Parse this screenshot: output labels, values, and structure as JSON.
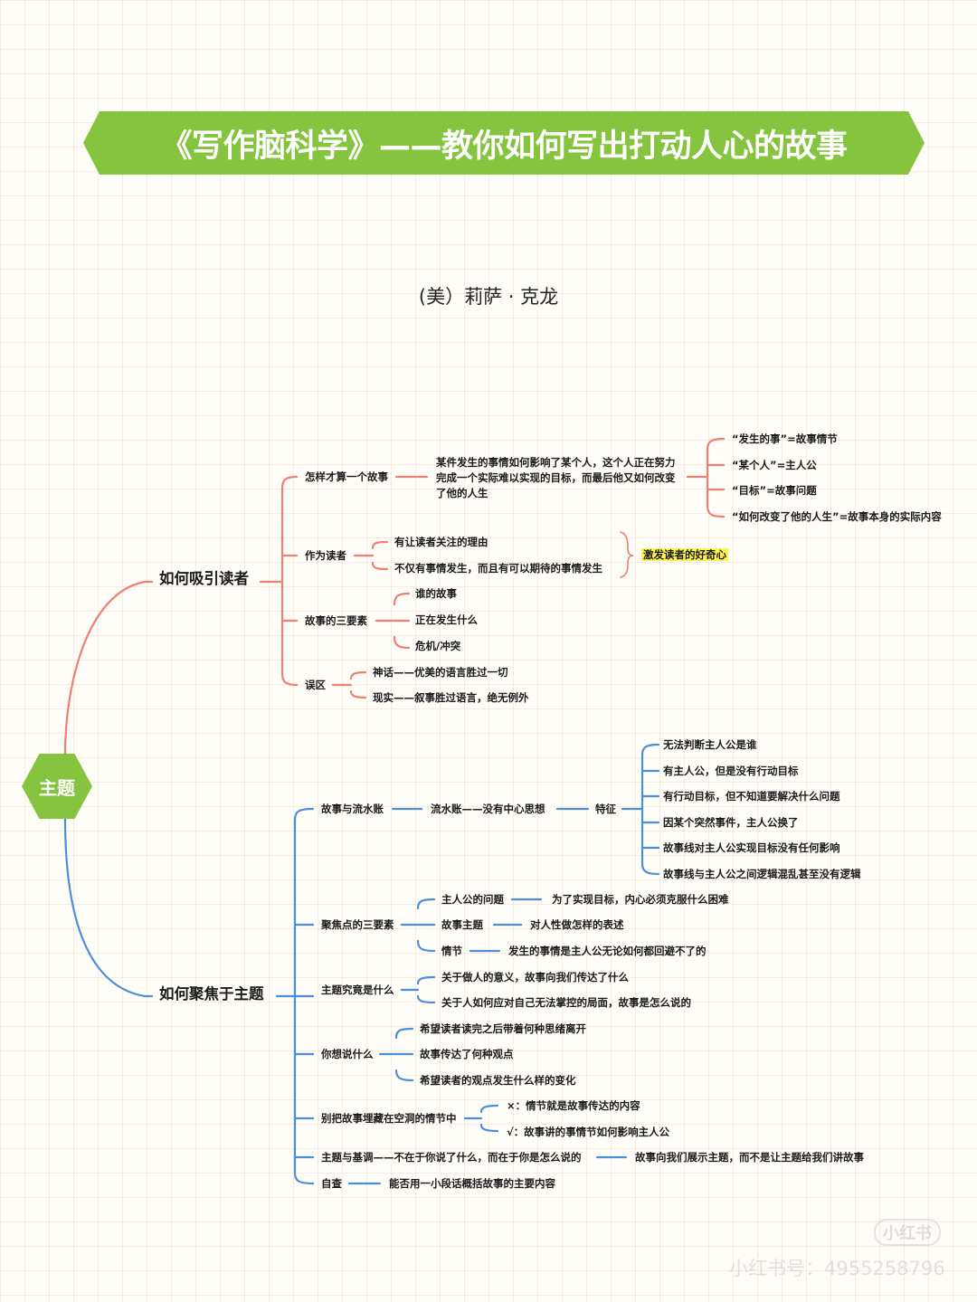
{
  "title": "《写作脑科学》——教你如何写出打动人心的故事",
  "author": "(美）莉萨 · 克龙",
  "root": "主题",
  "colors": {
    "banner": "#86c440",
    "branch_red": "#ef7f72",
    "branch_blue": "#4a8fdb",
    "highlight": "#fff44a"
  },
  "attract": {
    "label": "如何吸引读者",
    "story_def": {
      "label": "怎样才算一个故事",
      "definition": "某件发生的事情如何影响了某个人，这个人正在努力完成一个实际难以实现的目标，而最后他又如何改变了他的人生",
      "items": [
        "“发生的事”=故事情节",
        "“某个人”=主人公",
        "“目标”=故事问题",
        "“如何改变了他的人生”=故事本身的实际内容"
      ]
    },
    "reader": {
      "label": "作为读者",
      "items": [
        "有让读者关注的理由",
        "不仅有事情发生，而且有可以期待的事情发生"
      ],
      "summary": "激发读者的好奇心"
    },
    "elements": {
      "label": "故事的三要素",
      "items": [
        "谁的故事",
        "正在发生什么",
        "危机/冲突"
      ]
    },
    "myth": {
      "label": "误区",
      "items": [
        "神话——优美的语言胜过一切",
        "现实——叙事胜过语言，绝无例外"
      ]
    }
  },
  "focus": {
    "label": "如何聚焦于主题",
    "log": {
      "label": "故事与流水账",
      "mid": "流水账——没有中心思想",
      "feature": "特征",
      "items": [
        "无法判断主人公是谁",
        "有主人公，但是没有行动目标",
        "有行动目标，但不知道要解决什么问题",
        "因某个突然事件，主人公换了",
        "故事线对主人公实现目标没有任何影响",
        "故事线与主人公之间逻辑混乱甚至没有逻辑"
      ]
    },
    "focus3": {
      "label": "聚焦点的三要素",
      "items": [
        {
          "k": "主人公的问题",
          "v": "为了实现目标，内心必须克服什么困难"
        },
        {
          "k": "故事主题",
          "v": "对人性做怎样的表述"
        },
        {
          "k": "情节",
          "v": "发生的事情是主人公无论如何都回避不了的"
        }
      ]
    },
    "theme": {
      "label": "主题究竟是什么",
      "items": [
        "关于做人的意义，故事向我们传达了什么",
        "关于人如何应对自己无法掌控的局面，故事是怎么说的"
      ]
    },
    "say": {
      "label": "你想说什么",
      "items": [
        "希望读者读完之后带着何种思绪离开",
        "故事传达了何种观点",
        "希望读者的观点发生什么样的变化"
      ]
    },
    "bury": {
      "label": "别把故事埋藏在空洞的情节中",
      "items": [
        "×：情节就是故事传达的内容",
        "√：故事讲的事情节如何影响主人公"
      ]
    },
    "tone": {
      "label": "主题与基调——不在于你说了什么，而在于你是怎么说的",
      "value": "故事向我们展示主题，而不是让主题给我们讲故事"
    },
    "check": {
      "label": "自查",
      "value": "能否用一小段话概括故事的主要内容"
    }
  },
  "watermark": {
    "logo": "小红书",
    "id": "小红书号：4955258796"
  }
}
